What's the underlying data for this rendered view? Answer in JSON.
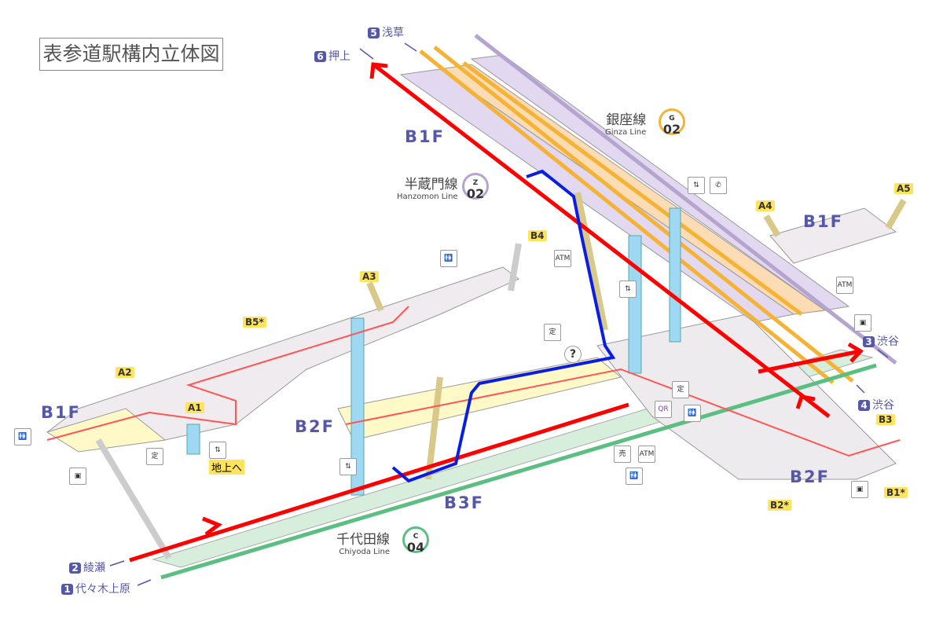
{
  "title": "表参道駅構内立体図",
  "floors": {
    "b1f_top": "B1F",
    "b1f_right": "B1F",
    "b1f_left": "B1F",
    "b2f_left": "B2F",
    "b2f_right": "B2F",
    "b3f": "B3F"
  },
  "lines": {
    "ginza": {
      "jp": "銀座線",
      "en": "Ginza Line",
      "letter": "G",
      "num": "02",
      "color": "#f5b335"
    },
    "hanzomon": {
      "jp": "半蔵門線",
      "en": "Hanzomon Line",
      "letter": "Z",
      "num": "02",
      "color": "#b6a4d0"
    },
    "chiyoda": {
      "jp": "千代田線",
      "en": "Chiyoda Line",
      "letter": "C",
      "num": "04",
      "color": "#5bbf82"
    }
  },
  "destinations": [
    {
      "num": "1",
      "name": "代々木上原"
    },
    {
      "num": "2",
      "name": "綾瀬"
    },
    {
      "num": "3",
      "name": "渋谷"
    },
    {
      "num": "4",
      "name": "渋谷"
    },
    {
      "num": "5",
      "name": "浅草"
    },
    {
      "num": "6",
      "name": "押上"
    }
  ],
  "exits": {
    "a1": "A1",
    "a2": "A2",
    "a3": "A3",
    "a4": "A4",
    "a5": "A5",
    "b1": "B1*",
    "b2": "B2*",
    "b3": "B3",
    "b4": "B4",
    "b5": "B5*"
  },
  "to_ground": "地上へ",
  "icons": {
    "atm": "ATM",
    "qr": "QR",
    "pass": "定",
    "toilet": "🚻",
    "elevator": "⇅",
    "locker": "▣",
    "phone": "✆",
    "shop": "売",
    "info": "?"
  },
  "colors": {
    "route_red": "#ff0000",
    "route_blue": "#0a1ee0",
    "floor_text": "#5558a8"
  }
}
